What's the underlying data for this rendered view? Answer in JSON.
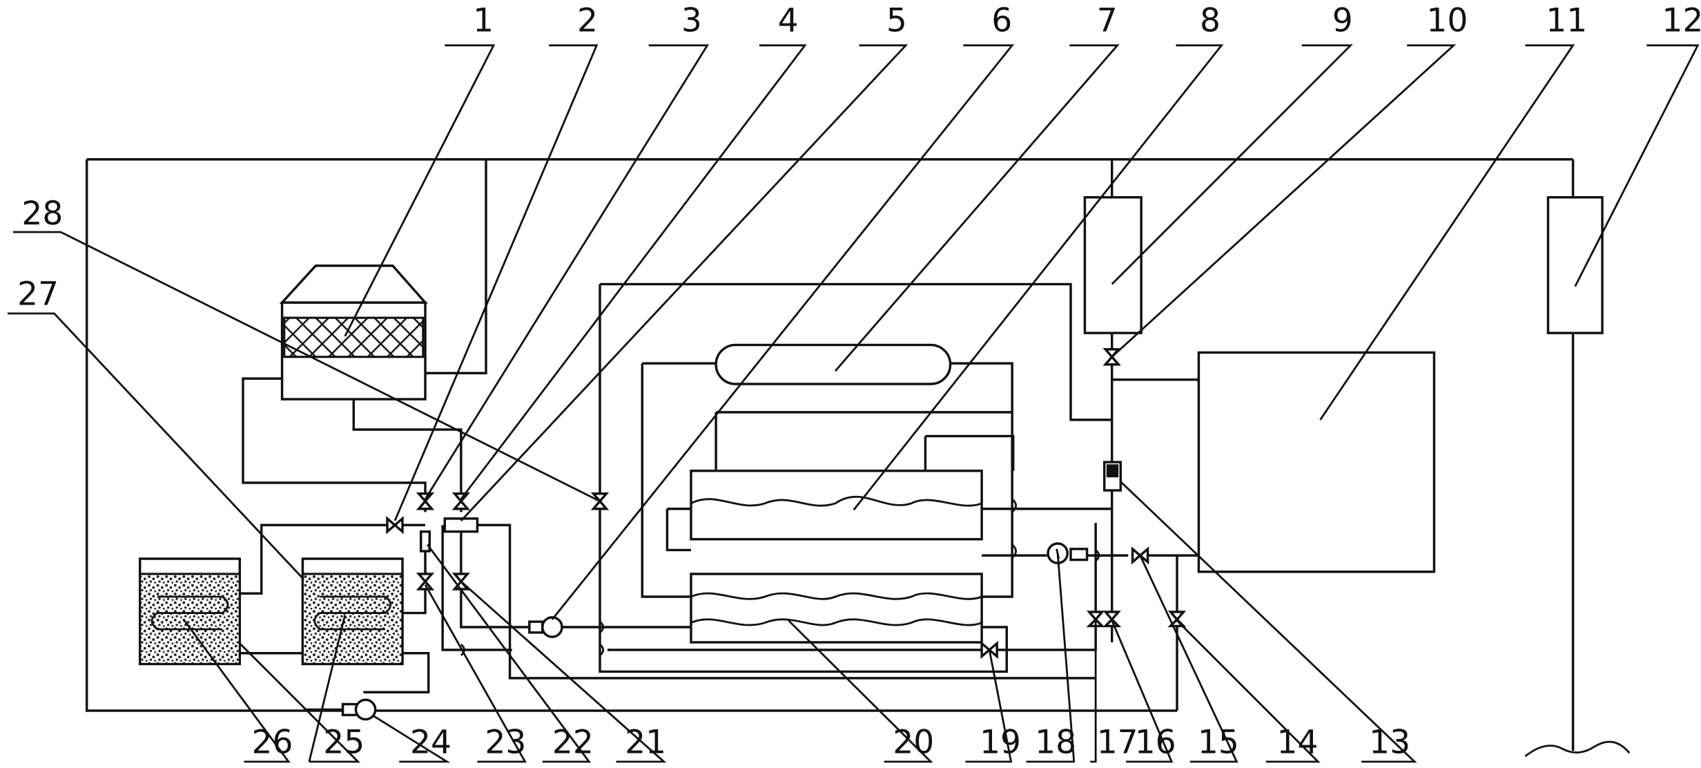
{
  "labels": {
    "top": [
      "1",
      "2",
      "3",
      "4",
      "5",
      "6",
      "7",
      "8",
      "9",
      "10",
      "11",
      "12"
    ],
    "left": [
      "28",
      "27"
    ],
    "bottom": [
      "26",
      "25",
      "24",
      "23",
      "22",
      "21",
      "20",
      "19",
      "18",
      "17",
      "16",
      "15",
      "14",
      "13"
    ]
  }
}
